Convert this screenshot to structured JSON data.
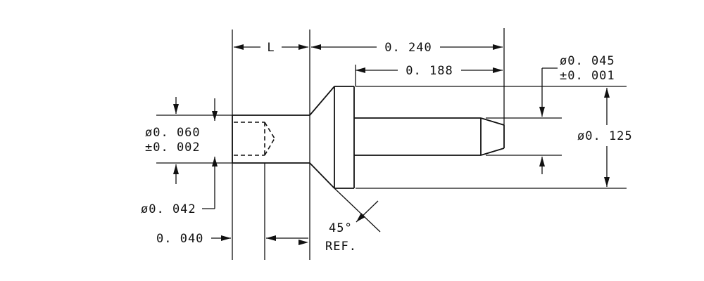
{
  "dimensions": {
    "length_label": "L",
    "overall_length": "0. 240",
    "pin_length": "0. 188",
    "pin_diameter": "ø0. 045",
    "pin_diameter_tolerance": "±0. 001",
    "head_diameter": "ø0. 125",
    "shank_diameter": "ø0. 060",
    "shank_diameter_tolerance": "±0. 002",
    "bore_diameter": "ø0. 042",
    "bore_depth": "0. 040",
    "chamfer_angle": "45°",
    "chamfer_note": "REF."
  }
}
